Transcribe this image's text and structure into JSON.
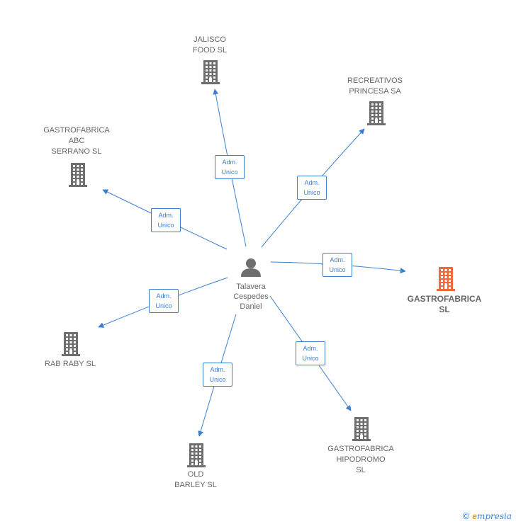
{
  "person": {
    "name": "Talavera\nCespedes\nDaniel"
  },
  "nodes": [
    {
      "id": "jalisco",
      "label": "JALISCO\nFOOD  SL",
      "focus": false
    },
    {
      "id": "recreativos",
      "label": "RECREATIVOS\nPRINCESA SA",
      "focus": false
    },
    {
      "id": "abc",
      "label": "GASTROFABRICA\nABC\nSERRANO  SL",
      "focus": false
    },
    {
      "id": "gastrofabrica",
      "label": "GASTROFABRICA\nSL",
      "focus": true
    },
    {
      "id": "rabraby",
      "label": "RAB RABY  SL",
      "focus": false
    },
    {
      "id": "hipodromo",
      "label": "GASTROFABRICA\nHIPODROMO\nSL",
      "focus": false
    },
    {
      "id": "oldbarley",
      "label": "OLD\nBARLEY  SL",
      "focus": false
    }
  ],
  "edges": [
    {
      "to": "jalisco",
      "label": "Adm.\nUnico"
    },
    {
      "to": "recreativos",
      "label": "Adm.\nUnico"
    },
    {
      "to": "abc",
      "label": "Adm.\nUnico"
    },
    {
      "to": "gastrofabrica",
      "label": "Adm.\nUnico"
    },
    {
      "to": "rabraby",
      "label": "Adm.\nUnico"
    },
    {
      "to": "hipodromo",
      "label": "Adm.\nUnico"
    },
    {
      "to": "oldbarley",
      "label": "Adm.\nUnico"
    }
  ],
  "colors": {
    "edge": "#3b7fd0",
    "building": "#6e6e6e",
    "focus_building": "#f26a3b",
    "person": "#6e6e6e"
  },
  "footer": {
    "copyright": "©",
    "brand_first": "e",
    "brand_rest": "mpresia"
  }
}
